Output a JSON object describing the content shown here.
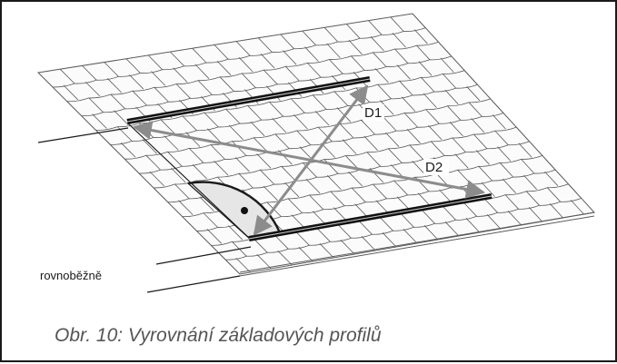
{
  "figure": {
    "caption": "Obr. 10: Vyrovnání základových profilů",
    "labels": {
      "diagonal_1": "D1",
      "diagonal_2": "D2",
      "parallel_note": "rovnoběžně"
    },
    "colors": {
      "frame": "#1a1a1a",
      "tile_lines": "#5a5a5a",
      "profile_rail": "#111111",
      "diagonal_arrows": "#8c8c8c",
      "angle_marker_fill": "#e6e6e6",
      "caption_text": "#555555"
    }
  }
}
